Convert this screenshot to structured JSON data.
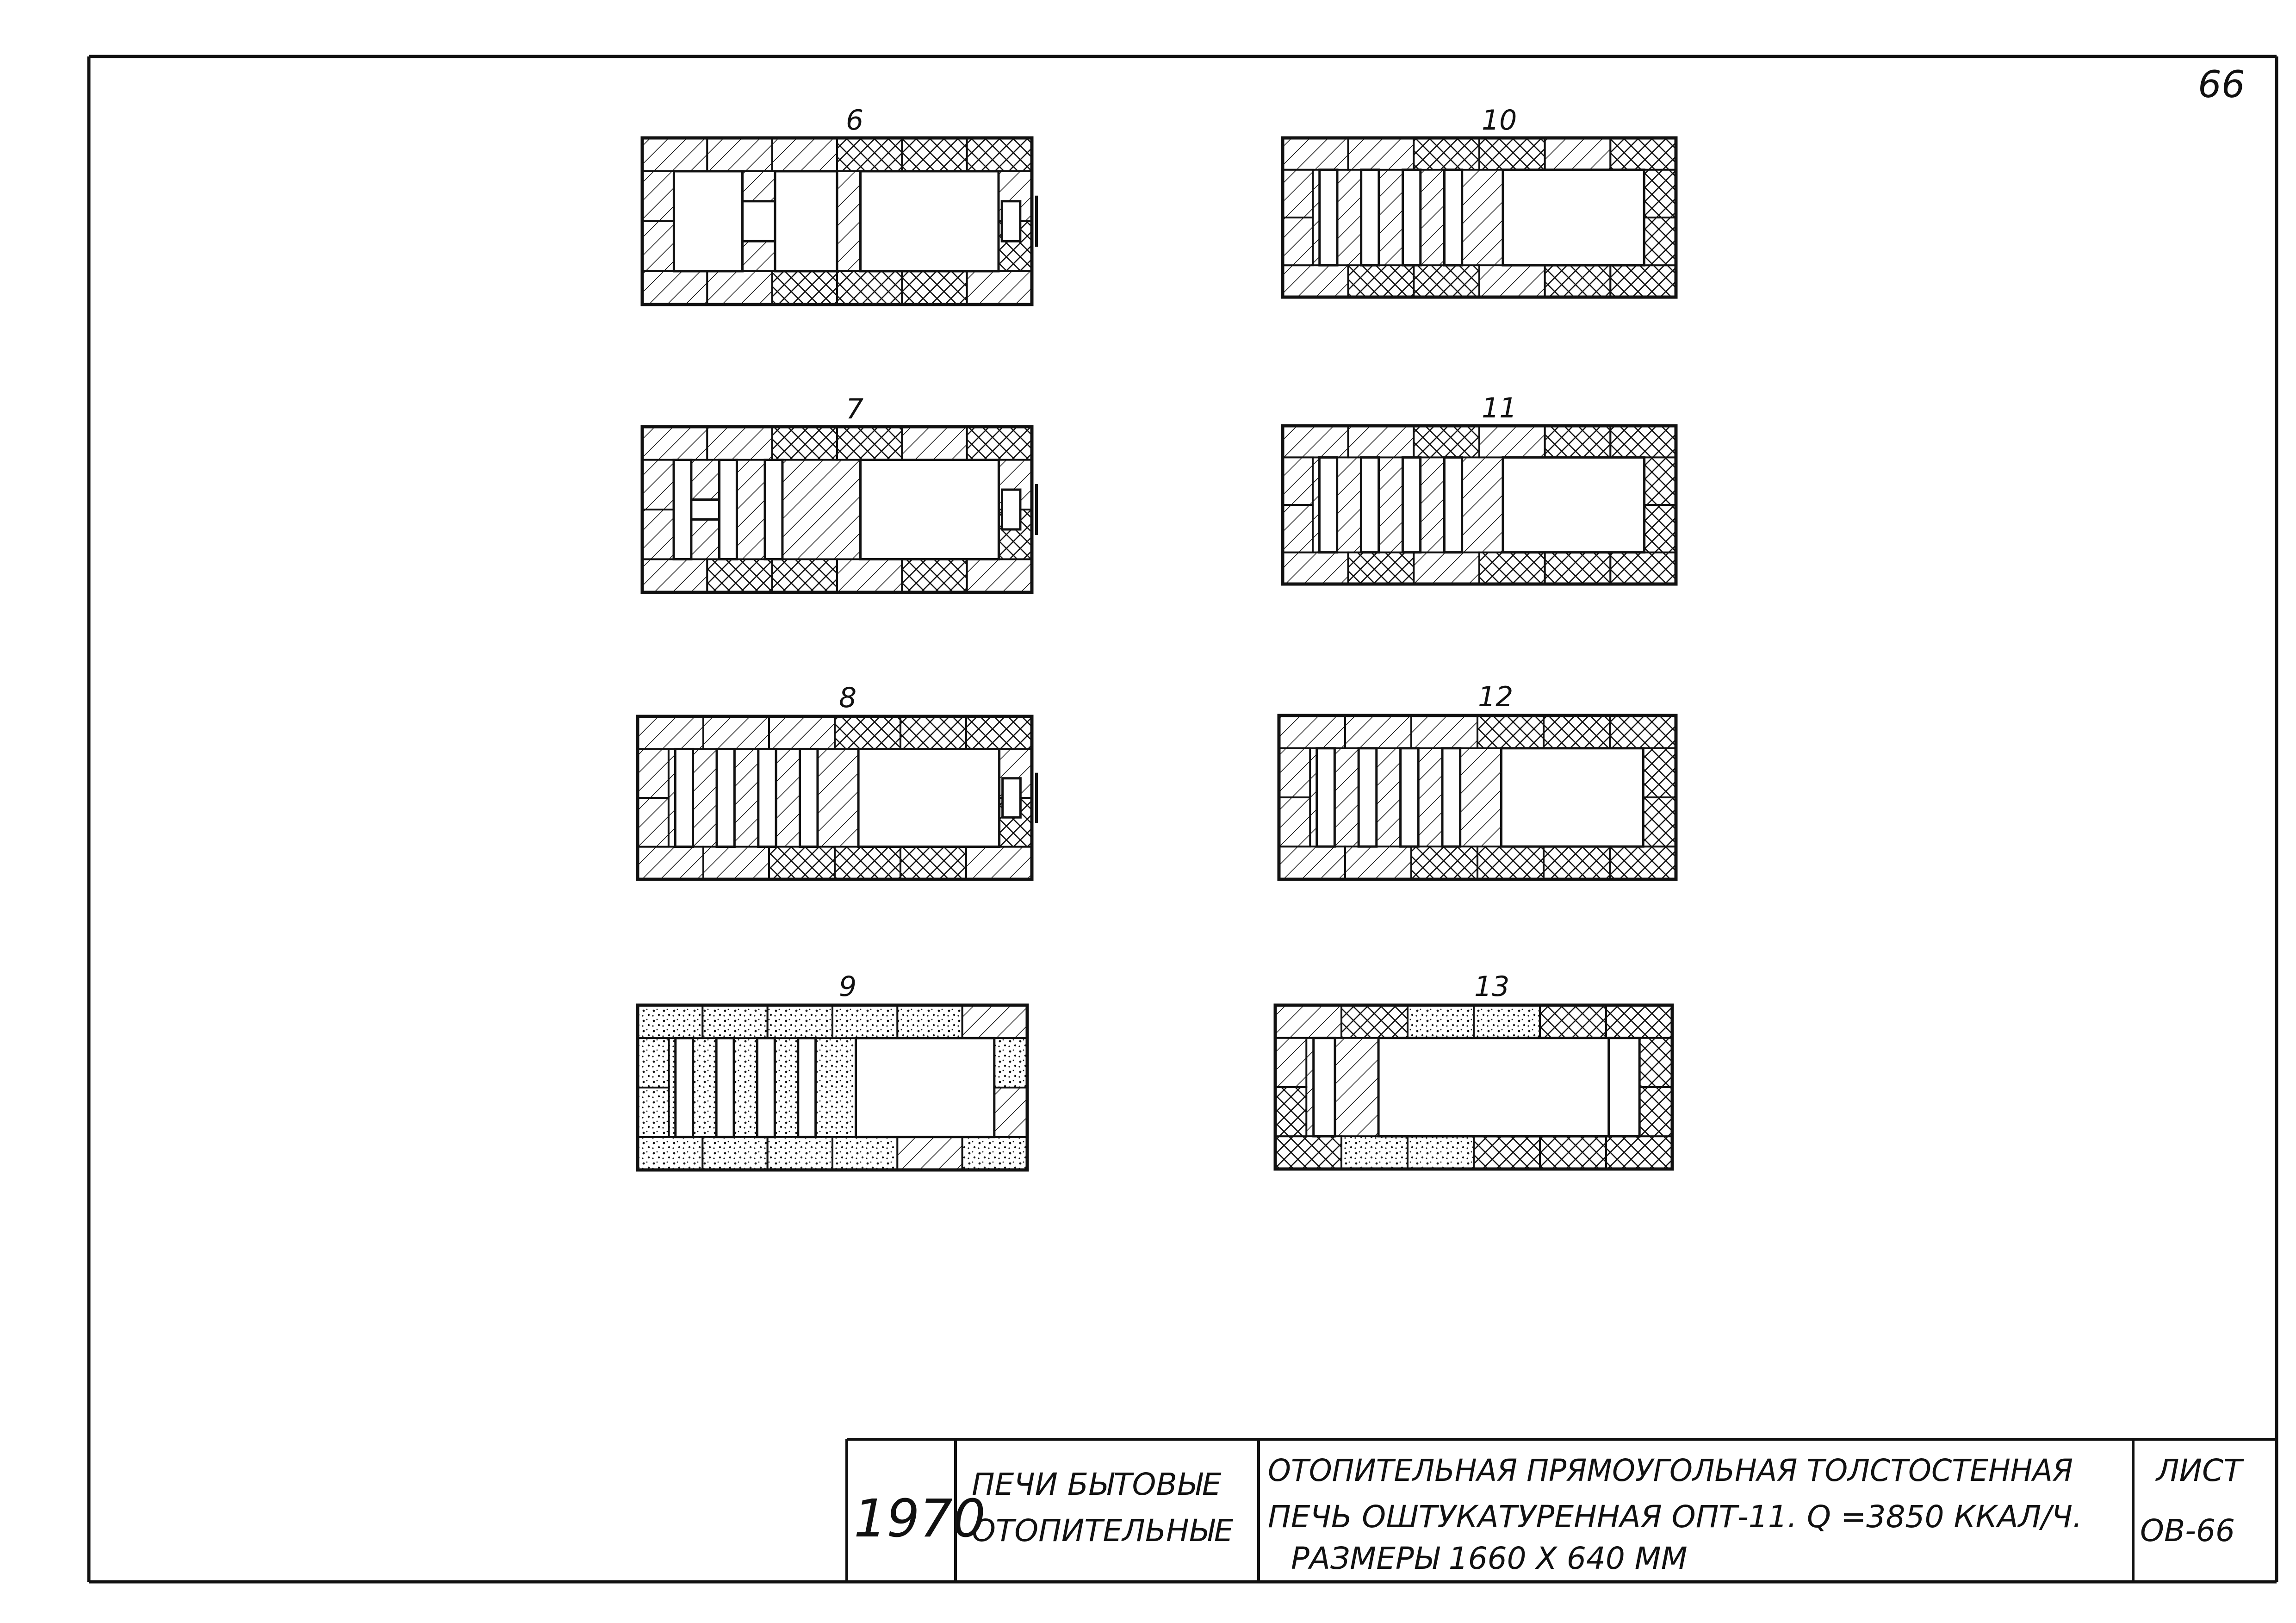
{
  "sheet": {
    "page_number": "66",
    "title_block": {
      "year": "1970",
      "category_line1": "ПЕЧИ БЫТОВЫЕ",
      "category_line2": "ОТОПИТЕЛЬНЫЕ",
      "description_line1": "ОТОПИТЕЛЬНАЯ ПРЯМОУГОЛЬНАЯ ТОЛСТОСТЕННАЯ",
      "description_line2": "ПЕЧЬ ОШТУКАТУРЕННАЯ ОПТ-11. Q =3850 ККАЛ/Ч.",
      "description_line3": "РАЗМЕРЫ  1660 Х 640 ММ",
      "sheet_label": "ЛИСТ",
      "sheet_code": "ОВ-66"
    }
  },
  "courses": [
    {
      "number": "6",
      "hatch": [
        "d",
        "d",
        "d",
        "x",
        "x",
        "x",
        "d"
      ],
      "layout": "a",
      "door": true
    },
    {
      "number": "10",
      "hatch": [
        "d",
        "d",
        "x",
        "x",
        "d",
        "x",
        "x"
      ],
      "layout": "d",
      "door": false
    },
    {
      "number": "7",
      "hatch": [
        "d",
        "d",
        "x",
        "x",
        "d",
        "x",
        "d"
      ],
      "layout": "b",
      "door": true
    },
    {
      "number": "11",
      "hatch": [
        "d",
        "d",
        "x",
        "d",
        "x",
        "x",
        "x"
      ],
      "layout": "d",
      "door": false
    },
    {
      "number": "8",
      "hatch": [
        "d",
        "d",
        "d",
        "x",
        "x",
        "x",
        "d"
      ],
      "layout": "c",
      "door": true
    },
    {
      "number": "12",
      "hatch": [
        "d",
        "d",
        "d",
        "x",
        "x",
        "x",
        "x"
      ],
      "layout": "d",
      "door": false
    },
    {
      "number": "9",
      "hatch": [
        "s",
        "s",
        "s",
        "s",
        "s",
        "d",
        "s"
      ],
      "layout": "c",
      "door": false
    },
    {
      "number": "13",
      "hatch": [
        "d",
        "x",
        "s",
        "s",
        "x",
        "x",
        "x"
      ],
      "layout": "e",
      "door": false
    }
  ]
}
